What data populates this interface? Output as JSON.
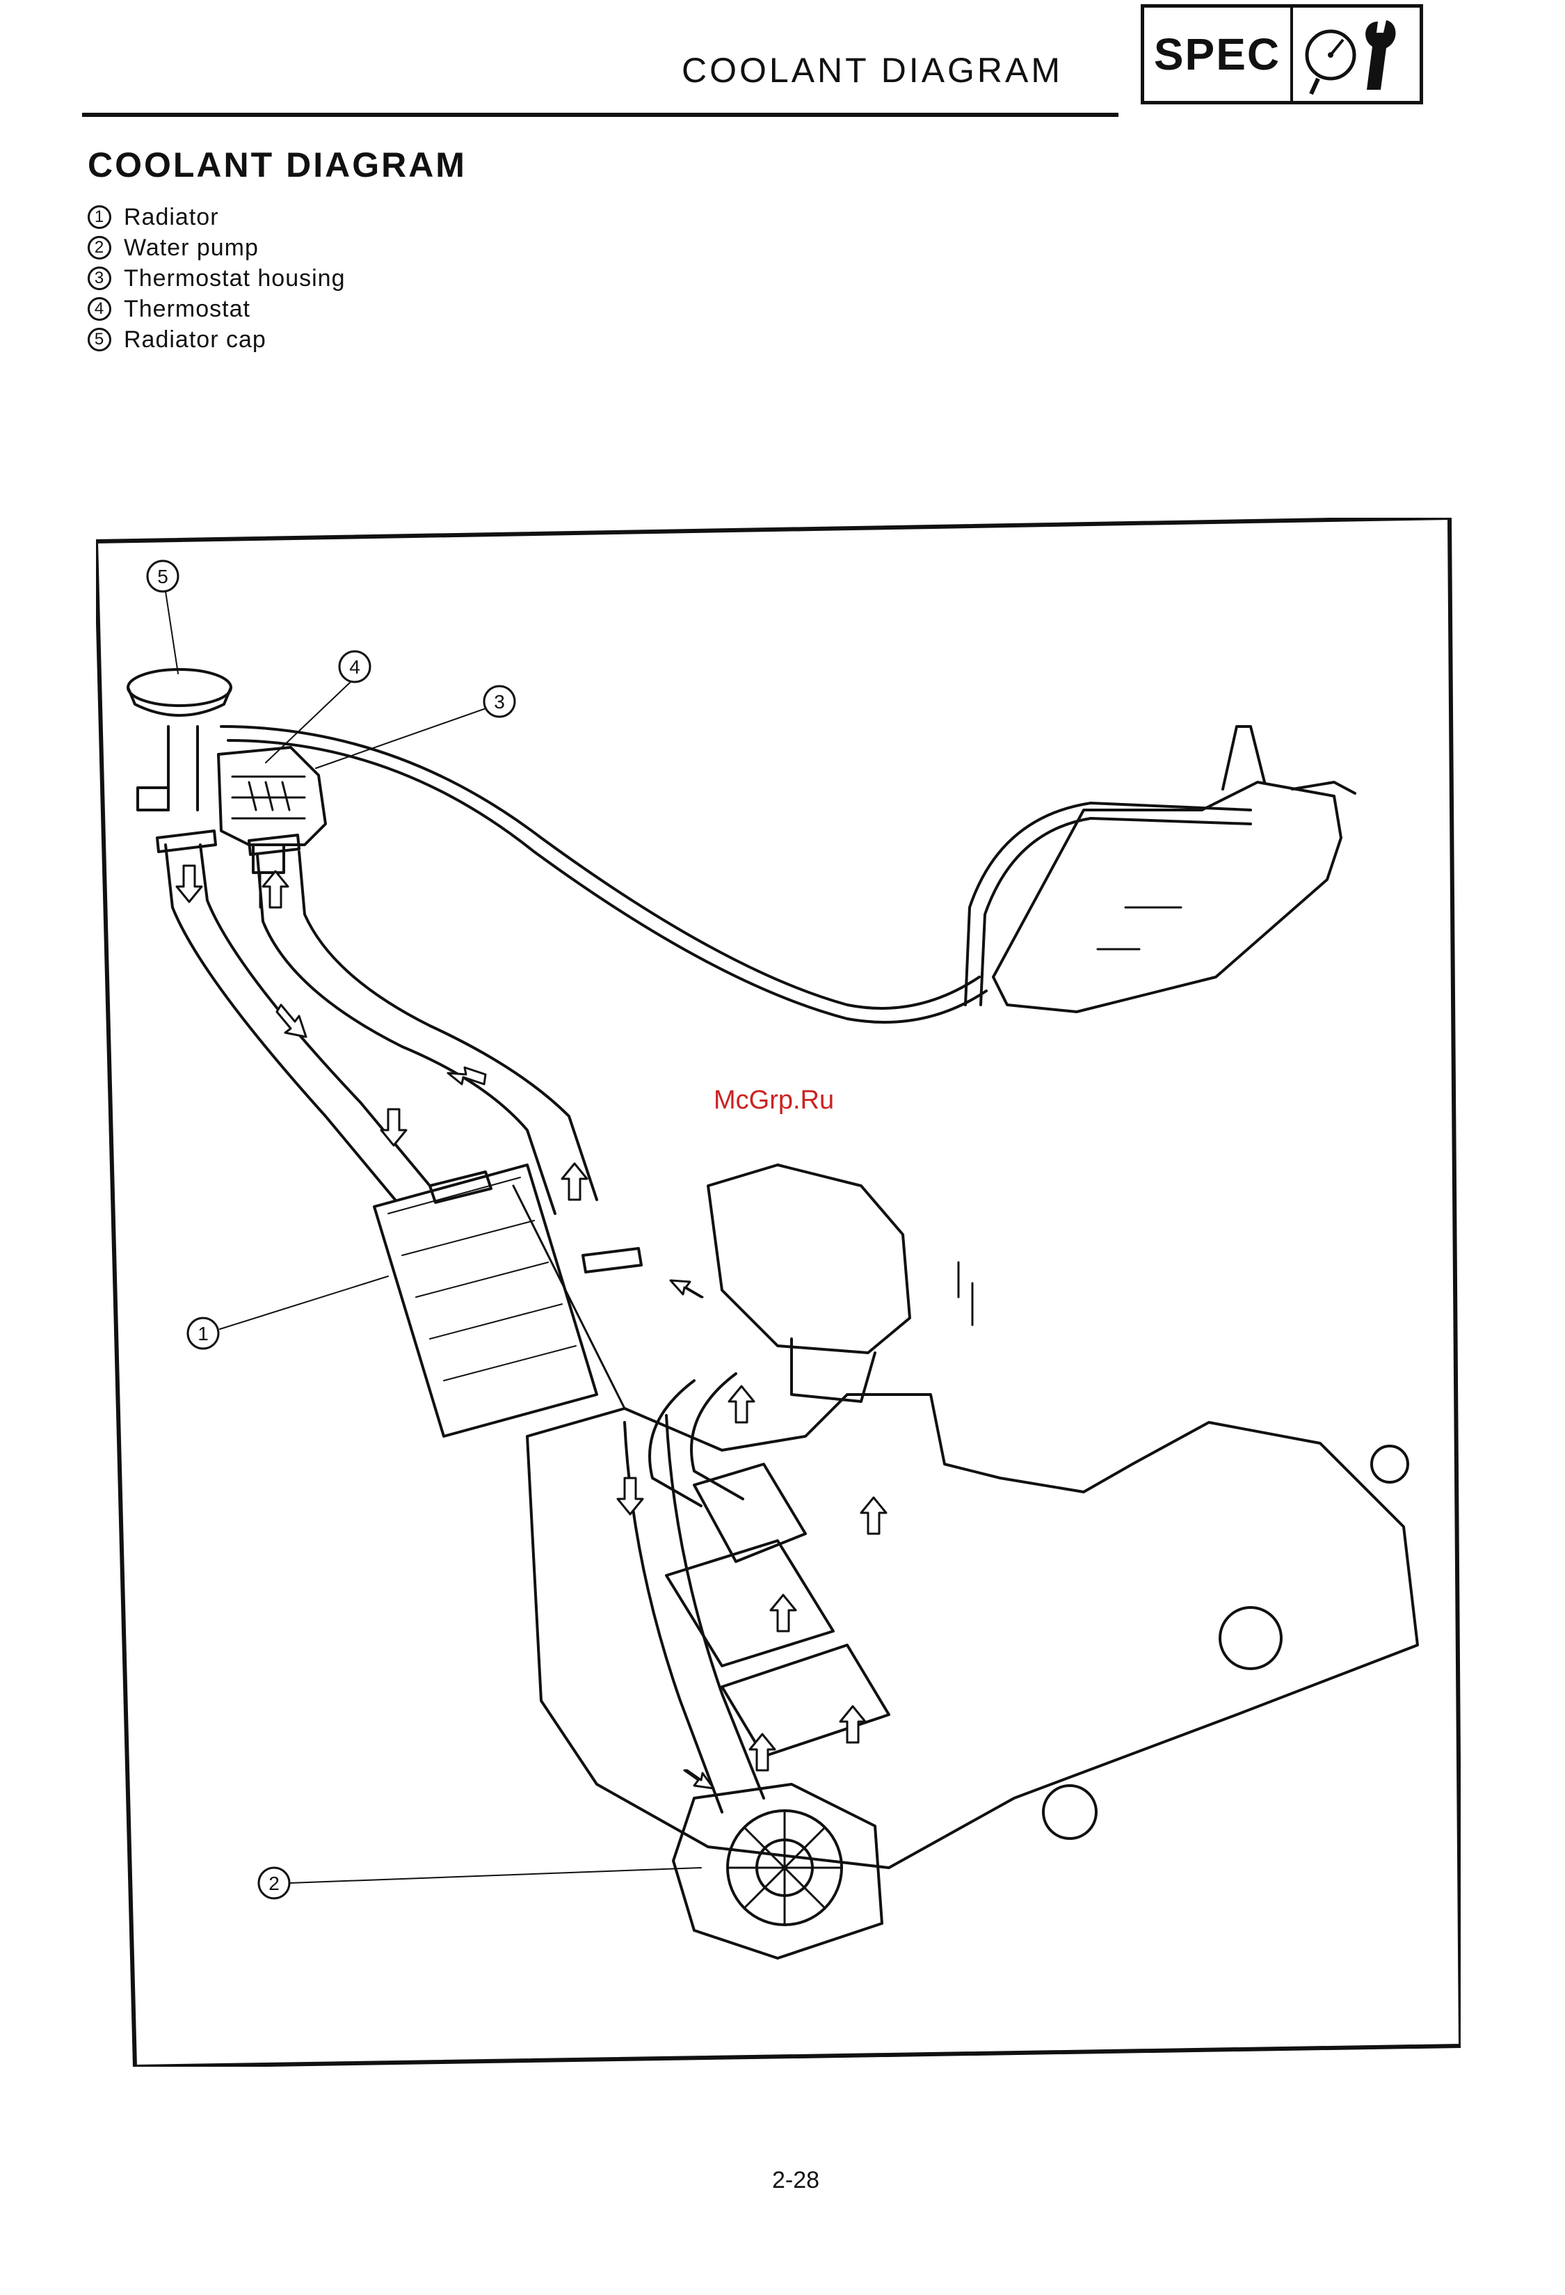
{
  "header": {
    "title": "COOLANT DIAGRAM",
    "badge_label": "SPEC",
    "badge_icon": "gauge-and-wrench-icon"
  },
  "section": {
    "title": "COOLANT DIAGRAM"
  },
  "legend": [
    {
      "number": "1",
      "label": "Radiator"
    },
    {
      "number": "2",
      "label": "Water pump"
    },
    {
      "number": "3",
      "label": "Thermostat housing"
    },
    {
      "number": "4",
      "label": "Thermostat"
    },
    {
      "number": "5",
      "label": "Radiator cap"
    }
  ],
  "diagram": {
    "callouts": [
      "5",
      "4",
      "3",
      "1",
      "2"
    ],
    "flow_arrow_icon": "flow-arrow-icon"
  },
  "watermark": "McGrp.Ru",
  "page_number": "2-28"
}
